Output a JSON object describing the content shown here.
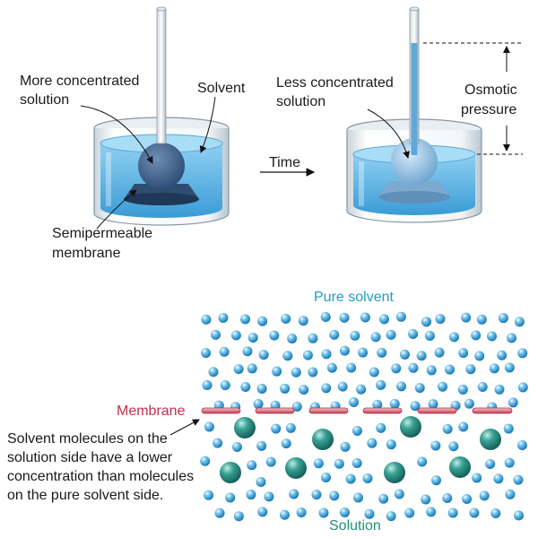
{
  "top_panel": {
    "left_setup": {
      "label_more_concentrated": [
        "More concentrated",
        "solution"
      ],
      "label_solvent": "Solvent",
      "label_membrane": [
        "Semipermeable",
        "membrane"
      ]
    },
    "arrow_label": "Time",
    "right_setup": {
      "label_less_concentrated": [
        "Less concentrated",
        "solution"
      ],
      "label_osmotic": [
        "Osmotic",
        "pressure"
      ]
    }
  },
  "bottom_panel": {
    "label_pure_solvent": "Pure solvent",
    "label_membrane": "Membrane",
    "label_solution": "Solution",
    "explanation": [
      "Solvent molecules on the",
      "solution side have a lower",
      "concentration than molecules",
      "on the pure solvent side."
    ]
  },
  "colors": {
    "solvent_molecule": "#2b9fd6",
    "solute_molecule": "#2a8f86",
    "membrane": "#d04a5a",
    "liquid": "#5fb8e8",
    "label_cyan": "#1a9fc4",
    "label_red": "#c0304a",
    "label_teal": "#238f7a"
  }
}
